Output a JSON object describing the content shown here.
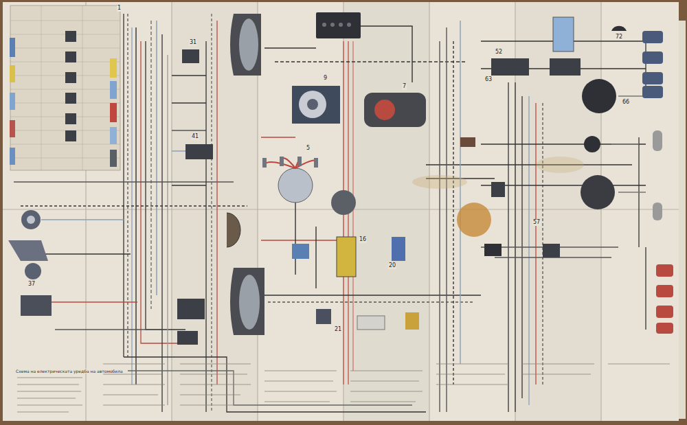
{
  "diagram": {
    "caption": "Схема на електрическата уредба на автомобила",
    "labels": [
      "1",
      "9",
      "7",
      "5",
      "16",
      "20",
      "21",
      "31",
      "37",
      "41",
      "52",
      "57",
      "63",
      "66",
      "72"
    ]
  }
}
